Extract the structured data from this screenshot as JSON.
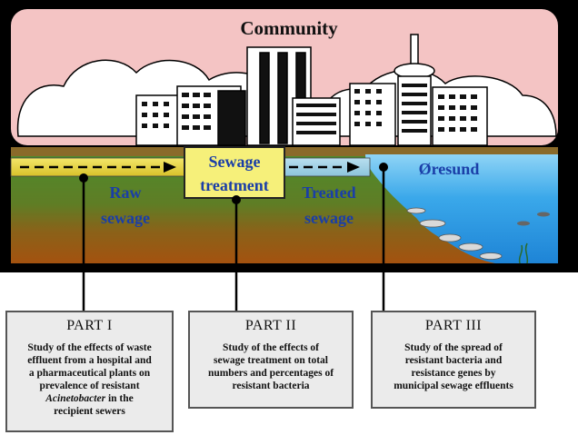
{
  "diagram": {
    "community_label": "Community",
    "sewage_treatment_line1": "Sewage",
    "sewage_treatment_line2": "treatment",
    "raw_sewage_line1": "Raw",
    "raw_sewage_line2": "sewage",
    "treated_sewage_line1": "Treated",
    "treated_sewage_line2": "sewage",
    "oresund_label": "Øresund"
  },
  "parts": [
    {
      "title": "PART I",
      "desc_lines": [
        "Study of the effects of waste",
        "effluent from a hospital and",
        "a pharmaceutical plants on",
        "prevalence of resistant"
      ],
      "desc_italic": "Acinetobacter",
      "desc_after_italic": " in the",
      "desc_last": "recipient sewers"
    },
    {
      "title": "PART II",
      "desc_lines": [
        "Study of the effects of",
        "sewage treatment on total",
        "numbers and percentages of",
        "resistant bacteria"
      ]
    },
    {
      "title": "PART III",
      "desc_lines": [
        "Study of the spread of",
        "resistant bacteria and",
        "resistance genes by",
        "municipal sewage effluents"
      ]
    }
  ],
  "colors": {
    "sky": "#f4c4c4",
    "frame": "#000000",
    "ground_top": "#8a6a2a",
    "grass": "#4e8a2e",
    "soil": "#a05a18",
    "pipe": "#e8d64a",
    "water": "#2ea2e8",
    "treatment_box": "#f6f07a"
  }
}
